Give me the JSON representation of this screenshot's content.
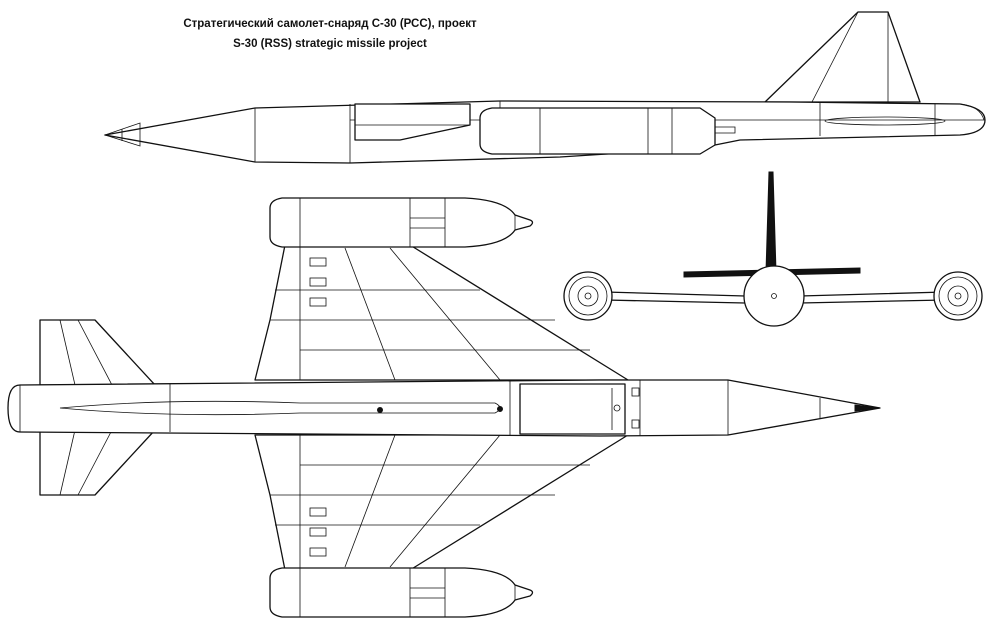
{
  "title": {
    "ru": "Стратегический самолет-снаряд С-30 (РСС), проект",
    "en": "S-30 (RSS) strategic missile project"
  },
  "views": {
    "side": "side-view",
    "top": "plan-view",
    "front": "front-view"
  }
}
